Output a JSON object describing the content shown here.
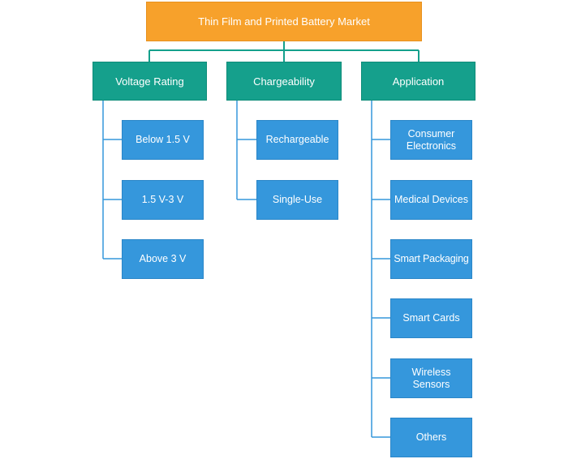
{
  "root": {
    "label": "Thin Film and Printed Battery Market"
  },
  "categories": [
    {
      "label": "Voltage Rating",
      "items": [
        "Below 1.5 V",
        "1.5 V-3 V",
        "Above 3 V"
      ]
    },
    {
      "label": "Chargeability",
      "items": [
        "Rechargeable",
        "Single-Use"
      ]
    },
    {
      "label": "Application",
      "items": [
        "Consumer\nElectronics",
        "Medical Devices",
        "Smart Packaging",
        "Smart Cards",
        "Wireless\nSensors",
        "Others"
      ]
    }
  ],
  "colors": {
    "root": "#f7a12b",
    "category": "#15a08c",
    "leaf": "#3597dc",
    "connector": "#15a08c"
  }
}
